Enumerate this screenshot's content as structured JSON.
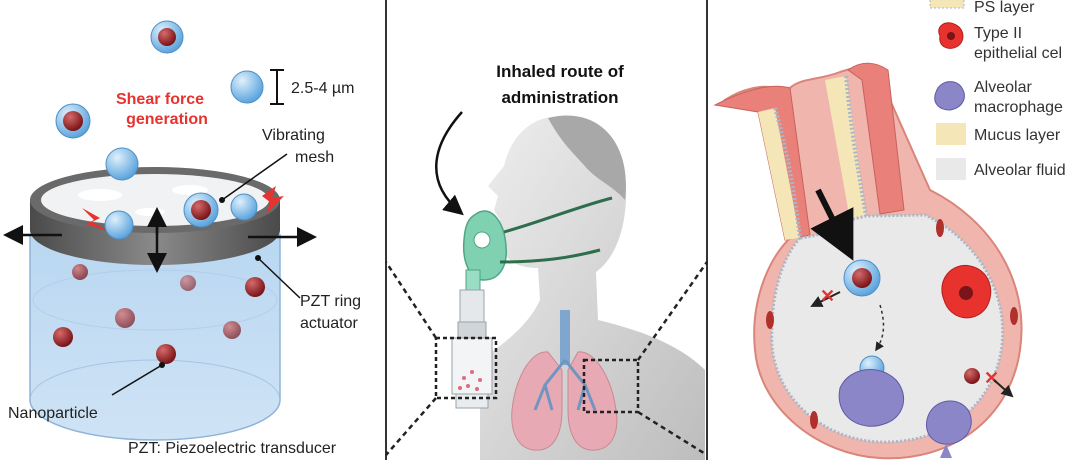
{
  "left_panel": {
    "shear_line1": "Shear force",
    "shear_line2": "generation",
    "size_label": "2.5-4 µm",
    "mesh_line1": "Vibrating",
    "mesh_line2": "mesh",
    "pzt_line1": "PZT ring",
    "pzt_line2": "actuator",
    "nanoparticle": "Nanoparticle",
    "footnote": "PZT: Piezoelectric transducer"
  },
  "middle_panel": {
    "title_line1": "Inhaled route of",
    "title_line2": "administration"
  },
  "legend": {
    "items": [
      {
        "line1": "PS layer",
        "line2": ""
      },
      {
        "line1": "Type II",
        "line2": "epithelial cel"
      },
      {
        "line1": "Alveolar",
        "line2": "macrophage"
      },
      {
        "line1": "Mucus layer",
        "line2": ""
      },
      {
        "line1": "Alveolar fluid",
        "line2": ""
      }
    ]
  },
  "colors": {
    "shear_red": "#e8322e",
    "epithelium": "#e9807a",
    "mucus": "#f5e6b8",
    "macrophage": "#8a86c8",
    "fluid": "#e9e9ea",
    "mask_green": "#7fd1b2"
  }
}
